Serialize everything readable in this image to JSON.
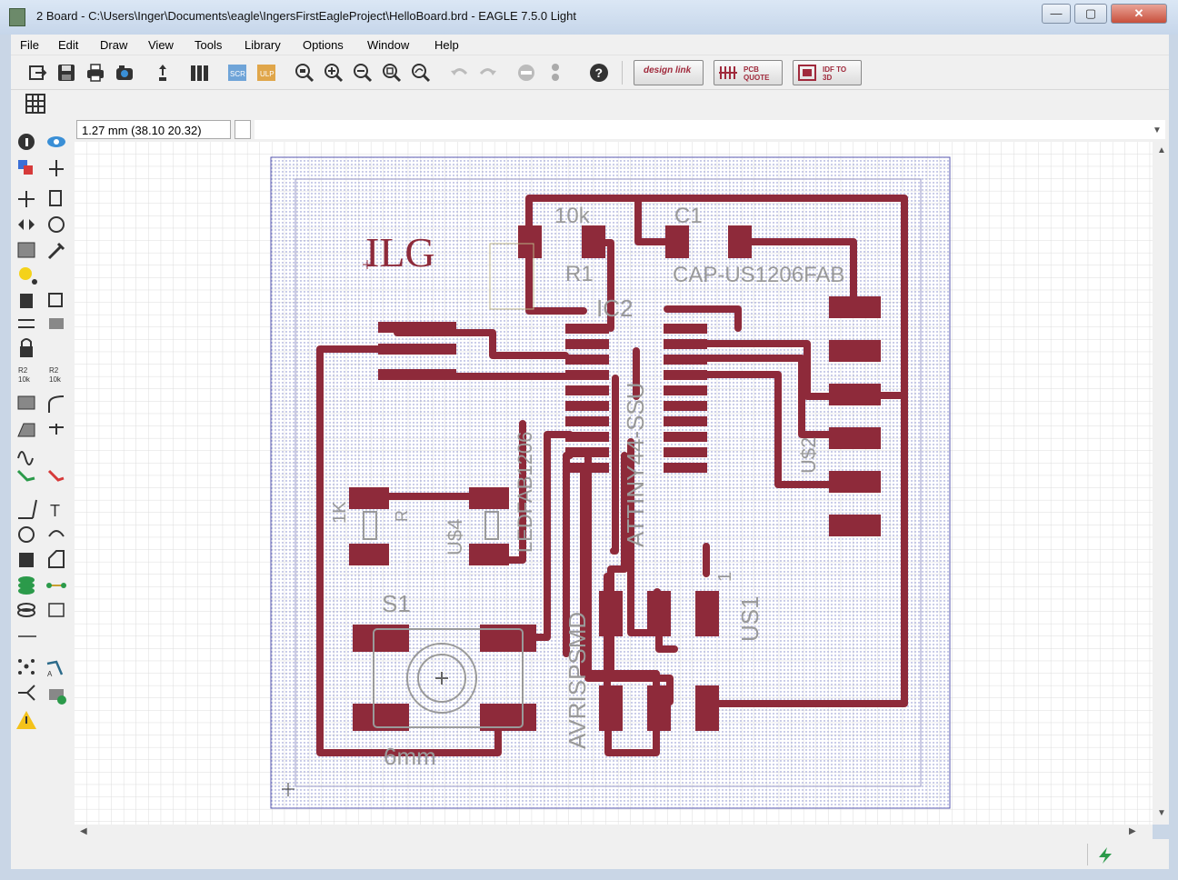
{
  "window": {
    "title": "2 Board - C:\\Users\\Inger\\Documents\\eagle\\IngersFirstEagleProject\\HelloBoard.brd - EAGLE 7.5.0 Light",
    "controls": {
      "minimize": "—",
      "maximize": "▢",
      "close": "✕"
    }
  },
  "menu": {
    "items": [
      "File",
      "Edit",
      "Draw",
      "View",
      "Tools",
      "Library",
      "Options",
      "Window",
      "Help"
    ]
  },
  "toolbar": {
    "icons": [
      "open-icon",
      "save-icon",
      "print-icon",
      "cam-icon",
      "export-icon",
      "library-icon",
      "script-icon",
      "ulp-icon",
      "zoom-fit-icon",
      "zoom-in-icon",
      "zoom-out-icon",
      "zoom-select-icon",
      "zoom-redraw-icon",
      "undo-icon",
      "redo-icon",
      "stop-icon",
      "go-icon",
      "help-icon"
    ],
    "designlink_label": "design link",
    "pcb_quote_label": "PCB QUOTE",
    "idf_label": "IDF TO 3D"
  },
  "command": {
    "coordinates": "1.27 mm (38.10 20.32)",
    "input_value": ""
  },
  "board": {
    "logo_text": "ILG",
    "labels": {
      "r1_value": "10k",
      "r1_name": "R1",
      "c1_name": "C1",
      "c1_value": "CAP-US1206FAB",
      "ic2": "IC2",
      "ic2_value": "ATTINY44-SSU",
      "u2": "U$2",
      "u4": "U$4",
      "u4_value": "LEDFAB1206",
      "r_1k": "1K",
      "r_label": "R",
      "s1": "S1",
      "s1_value": "6mm",
      "avr": "AVRISPSMD",
      "us1": "US1",
      "pin1": "1"
    }
  },
  "colors": {
    "trace": "#8e2a3a",
    "pad": "#8e2a3a",
    "label": "#9a9a9a",
    "outline": "#5a5ab0",
    "grid": "#d9d9d9"
  }
}
